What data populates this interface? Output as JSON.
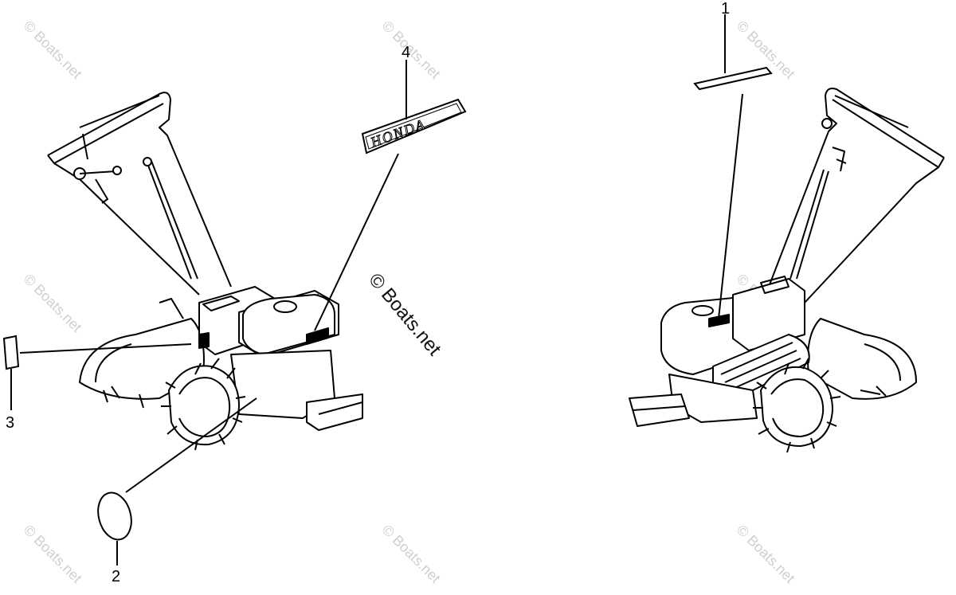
{
  "watermark": "© Boats.net",
  "callouts": {
    "c1": "1",
    "c2": "2",
    "c3": "3",
    "c4": "4"
  },
  "emblem_text": "HONDA"
}
